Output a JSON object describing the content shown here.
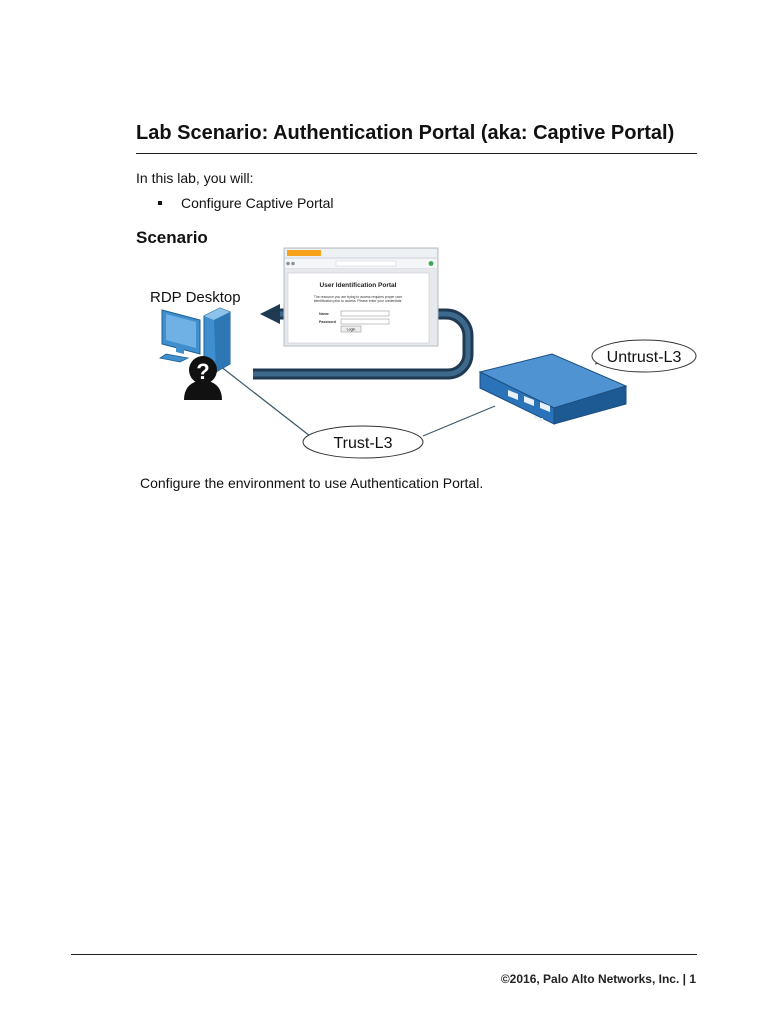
{
  "page": {
    "title": "Lab Scenario: Authentication Portal (aka: Captive Portal)",
    "intro": "In this lab, you will:",
    "bullets": [
      "Configure Captive Portal"
    ],
    "subheading": "Scenario",
    "caption": "Configure the environment to use Authentication Portal.",
    "footer": "©2016, Palo Alto Networks, Inc. | 1"
  },
  "diagram": {
    "rdp_label": "RDP Desktop",
    "untrust_label": "Untrust-L3",
    "trust_label": "Trust-L3",
    "portal": {
      "heading": "User Identification Portal",
      "message_line1": "The resource you are trying to access requires proper user",
      "message_line2": "identification prior to access. Please enter your credentials.",
      "name_label": "Name",
      "password_label": "Password",
      "login_button": "Login"
    },
    "colors": {
      "arrow": "#1f3a52",
      "firewall": "#2a73b8",
      "desktop": "#3f8fce"
    }
  }
}
